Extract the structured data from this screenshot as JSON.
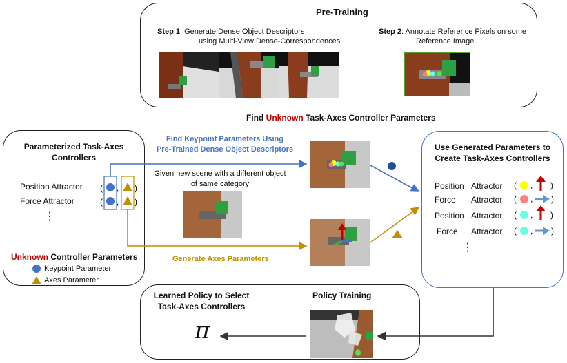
{
  "pretraining": {
    "title": "Pre-Training",
    "step1_label": "Step 1",
    "step1_text_a": ": Generate Dense Object Descriptors",
    "step1_text_b": "using Multi-View Dense-Correspondences",
    "step2_label": "Step 2",
    "step2_text_a": ": Annotate Reference Pixels on some",
    "step2_text_b": "Reference Image."
  },
  "heading": {
    "pre": "Find ",
    "highlight": "Unknown",
    "post": " Task-Axes Controller Parameters"
  },
  "left_box": {
    "title_a": "Parameterized Task-Axes",
    "title_b": "Controllers",
    "row1": "Position Attractor",
    "row2": "Force Attractor",
    "dots": "⋮",
    "unknown_highlight": "Unknown",
    "unknown_rest": " Controller Parameters",
    "legend_keypoint": "Keypoint Parameter",
    "legend_axes": "Axes Parameter"
  },
  "middle": {
    "keypoint_title_a": "Find Keypoint Parameters Using",
    "keypoint_title_b": "Pre-Trained Dense Object Descriptors",
    "scene_a": "Given new scene with a different object",
    "scene_b": "of same category",
    "axes_title": "Generate Axes Parameters"
  },
  "right_box": {
    "title_a": "Use Generated Parameters to",
    "title_b": "Create Task-Axes Controllers",
    "row1_a": "Position",
    "row1_b": "Attractor",
    "row2_a": "Force",
    "row2_b": "Attractor",
    "row3_a": "Position",
    "row3_b": "Attractor",
    "row4_a": "Force",
    "row4_b": "Attractor",
    "dots": "⋮"
  },
  "bottom_box": {
    "learned_a": "Learned Policy to Select",
    "learned_b": "Task-Axes Controllers",
    "pi": "π",
    "policy_title": "Policy Training"
  },
  "colors": {
    "blue": "#4472c4",
    "gold": "#bf9000",
    "red": "#c00000",
    "yellow": "#ffff00",
    "pink": "#ff7f7f",
    "cyan": "#66ffe0",
    "arrow_red": "#c00000",
    "arrow_blue": "#5b9bd5"
  }
}
